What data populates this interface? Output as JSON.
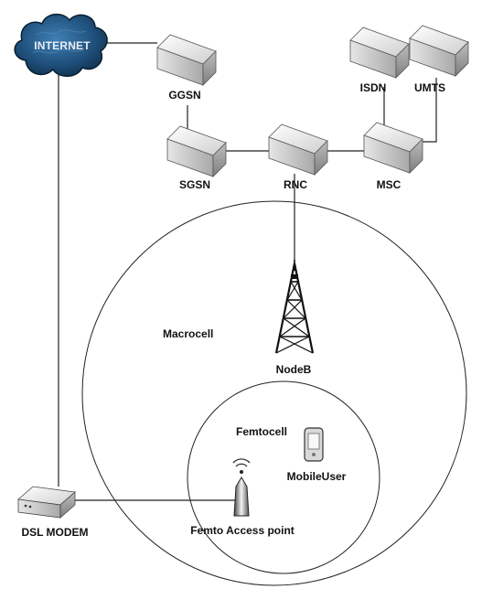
{
  "nodes": {
    "internet": "INTERNET",
    "ggsn": "GGSN",
    "sgsn": "SGSN",
    "rnc": "RNC",
    "msc": "MSC",
    "isdn": "ISDN",
    "umts": "UMTS",
    "nodeb": "NodeB",
    "dsl_modem": "DSL MODEM",
    "femto_ap": "Femto Access point",
    "mobile_user": "MobileUser"
  },
  "regions": {
    "macrocell": "Macrocell",
    "femtocell": "Femtocell"
  },
  "icons": {
    "internet": "cloud-icon",
    "servers": "server-box-icon",
    "nodeb": "cell-tower-icon",
    "modem": "modem-icon",
    "femto_ap": "antenna-icon",
    "mobile": "mobile-phone-icon"
  },
  "colors": {
    "cloud_fill": "#1f4f7a",
    "cloud_dark": "#0d2a44",
    "box_top": "#f2f2f2",
    "box_side": "#9a9a9a",
    "line": "#222222"
  }
}
